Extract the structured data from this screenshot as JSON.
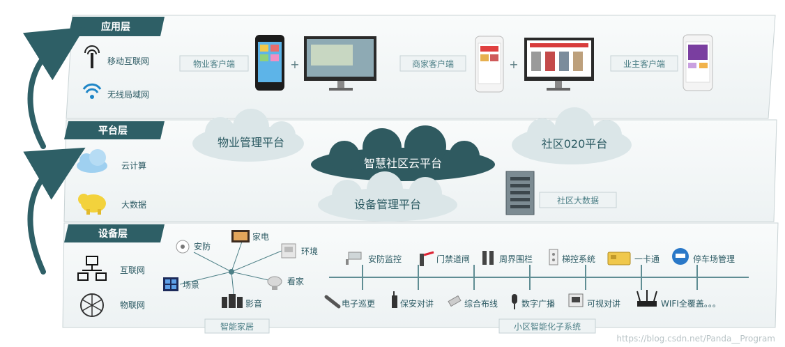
{
  "layers": {
    "application": {
      "title": "应用层",
      "networks": [
        "移动互联网",
        "无线局域网"
      ],
      "clients": [
        "物业客户端",
        "商家客户端",
        "业主客户端"
      ],
      "plus": "+"
    },
    "platform": {
      "title": "平台层",
      "tech": [
        "云计算",
        "大数据"
      ],
      "clouds": [
        "物业管理平台",
        "智慧社区云平台",
        "社区020平台",
        "设备管理平台"
      ],
      "bigdata_box": "社区大数据"
    },
    "device": {
      "title": "设备层",
      "networks": [
        "互联网",
        "物联网"
      ],
      "smart_home": {
        "items": [
          "安防",
          "家电",
          "环境",
          "场景",
          "看家",
          "影音"
        ],
        "caption": "智能家居"
      },
      "community": {
        "top": [
          "安防监控",
          "门禁道闸",
          "周界围栏",
          "梯控系统",
          "一卡通",
          "停车场管理"
        ],
        "bottom": [
          "电子巡更",
          "保安对讲",
          "综合布线",
          "数字广播",
          "可视对讲",
          "WIFI全覆盖。。。"
        ],
        "caption": "小区智能化子系统"
      }
    }
  },
  "watermark": "https://blog.csdn.net/Panda__Program",
  "colors": {
    "layer_tab": "#2e5f66",
    "arrow": "#2e5f66",
    "cloud": "#dbe6e8",
    "cloud_dark": "#2f5a60"
  }
}
